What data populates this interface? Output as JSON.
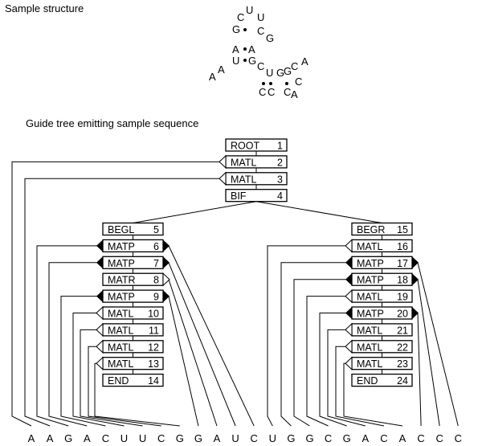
{
  "captions": {
    "structure": "Sample structure",
    "tree": "Guide tree emitting sample sequence"
  },
  "structure_letters": [
    "U",
    "C",
    "U",
    "G",
    "C",
    "G",
    "A",
    "A",
    "U",
    "G",
    "C",
    "A",
    "A",
    "U",
    "G",
    "G",
    "C",
    "A",
    "C",
    "A",
    "C",
    "C",
    "C"
  ],
  "nodes": [
    {
      "type": "ROOT",
      "num": "1",
      "arrow": "none"
    },
    {
      "type": "MATL",
      "num": "2",
      "arrow": "left-open"
    },
    {
      "type": "MATL",
      "num": "3",
      "arrow": "left-open"
    },
    {
      "type": "BIF",
      "num": "4",
      "arrow": "none"
    },
    {
      "type": "BEGL",
      "num": "5",
      "arrow": "none"
    },
    {
      "type": "MATP",
      "num": "6",
      "arrow": "both-filled"
    },
    {
      "type": "MATP",
      "num": "7",
      "arrow": "both-filled"
    },
    {
      "type": "MATR",
      "num": "8",
      "arrow": "right-open"
    },
    {
      "type": "MATP",
      "num": "9",
      "arrow": "both-filled"
    },
    {
      "type": "MATL",
      "num": "10",
      "arrow": "left-open"
    },
    {
      "type": "MATL",
      "num": "11",
      "arrow": "left-open"
    },
    {
      "type": "MATL",
      "num": "12",
      "arrow": "left-open"
    },
    {
      "type": "MATL",
      "num": "13",
      "arrow": "left-open"
    },
    {
      "type": "END",
      "num": "14",
      "arrow": "none"
    },
    {
      "type": "BEGR",
      "num": "15",
      "arrow": "none"
    },
    {
      "type": "MATL",
      "num": "16",
      "arrow": "left-open"
    },
    {
      "type": "MATP",
      "num": "17",
      "arrow": "both-filled"
    },
    {
      "type": "MATP",
      "num": "18",
      "arrow": "both-filled"
    },
    {
      "type": "MATL",
      "num": "19",
      "arrow": "left-open"
    },
    {
      "type": "MATP",
      "num": "20",
      "arrow": "both-filled"
    },
    {
      "type": "MATL",
      "num": "21",
      "arrow": "left-open"
    },
    {
      "type": "MATL",
      "num": "22",
      "arrow": "left-open"
    },
    {
      "type": "MATL",
      "num": "23",
      "arrow": "left-open"
    },
    {
      "type": "END",
      "num": "24",
      "arrow": "none"
    }
  ],
  "sequence": [
    "A",
    "A",
    "G",
    "A",
    "C",
    "U",
    "U",
    "C",
    "G",
    "G",
    "A",
    "U",
    "C",
    "U",
    "G",
    "G",
    "C",
    "G",
    "A",
    "C",
    "A",
    "C",
    "C",
    "C"
  ]
}
